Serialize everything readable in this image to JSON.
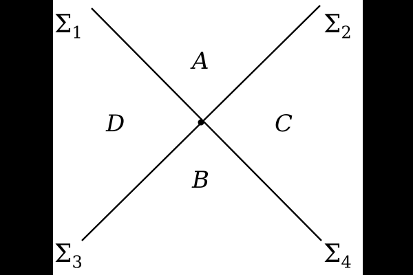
{
  "diagram": {
    "corner_labels": {
      "top_left": {
        "symbol": "Σ",
        "index": "1"
      },
      "top_right": {
        "symbol": "Σ",
        "index": "2"
      },
      "bottom_left": {
        "symbol": "Σ",
        "index": "3"
      },
      "bottom_right": {
        "symbol": "Σ",
        "index": "4"
      }
    },
    "region_labels": {
      "top": "A",
      "bottom": "B",
      "right": "C",
      "left": "D"
    },
    "line_color": "#000000",
    "background_color": "#ffffff",
    "frame_color": "#000000"
  }
}
